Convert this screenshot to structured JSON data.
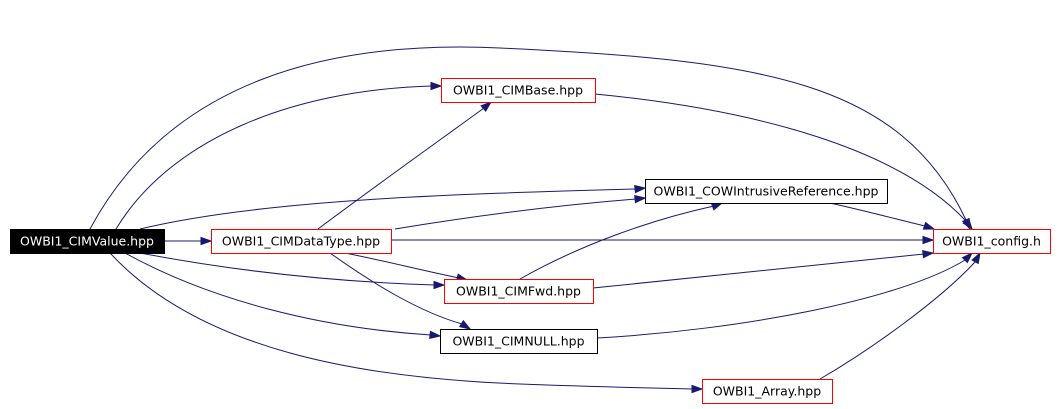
{
  "graph": {
    "nodes": [
      {
        "id": "cimvalue",
        "label": "OWBI1_CIMValue.hpp",
        "style": "focus"
      },
      {
        "id": "cimbase",
        "label": "OWBI1_CIMBase.hpp",
        "style": "red"
      },
      {
        "id": "cow",
        "label": "OWBI1_COWIntrusiveReference.hpp",
        "style": "black"
      },
      {
        "id": "cimdatatype",
        "label": "OWBI1_CIMDataType.hpp",
        "style": "red"
      },
      {
        "id": "config",
        "label": "OWBI1_config.h",
        "style": "red"
      },
      {
        "id": "cimfwd",
        "label": "OWBI1_CIMFwd.hpp",
        "style": "red"
      },
      {
        "id": "cimnull",
        "label": "OWBI1_CIMNULL.hpp",
        "style": "black"
      },
      {
        "id": "array",
        "label": "OWBI1_Array.hpp",
        "style": "red"
      }
    ],
    "edges": [
      {
        "from": "cimvalue",
        "to": "cimbase"
      },
      {
        "from": "cimvalue",
        "to": "config"
      },
      {
        "from": "cimvalue",
        "to": "cow"
      },
      {
        "from": "cimvalue",
        "to": "cimdatatype"
      },
      {
        "from": "cimvalue",
        "to": "cimfwd"
      },
      {
        "from": "cimvalue",
        "to": "cimnull"
      },
      {
        "from": "cimvalue",
        "to": "array"
      },
      {
        "from": "cimbase",
        "to": "config"
      },
      {
        "from": "cow",
        "to": "config"
      },
      {
        "from": "cimdatatype",
        "to": "cimbase"
      },
      {
        "from": "cimdatatype",
        "to": "cow"
      },
      {
        "from": "cimdatatype",
        "to": "config"
      },
      {
        "from": "cimdatatype",
        "to": "cimfwd"
      },
      {
        "from": "cimdatatype",
        "to": "cimnull"
      },
      {
        "from": "cimfwd",
        "to": "cow"
      },
      {
        "from": "cimfwd",
        "to": "config"
      },
      {
        "from": "cimnull",
        "to": "config"
      },
      {
        "from": "array",
        "to": "config"
      }
    ]
  },
  "colors": {
    "edge": "#191970",
    "red_border": "#ff0000",
    "black_border": "#000000",
    "focus_fill": "#000000",
    "focus_text": "#ffffff"
  }
}
